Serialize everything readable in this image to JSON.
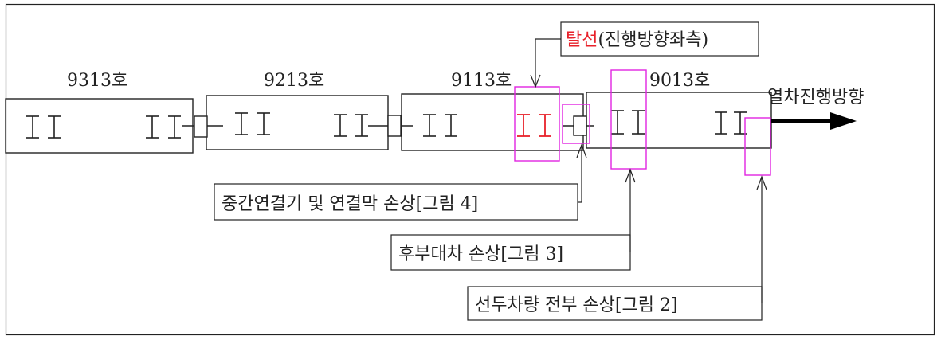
{
  "cars": [
    {
      "id": "car-9313",
      "label": "9313호"
    },
    {
      "id": "car-9213",
      "label": "9213호"
    },
    {
      "id": "car-9113",
      "label": "9113호"
    },
    {
      "id": "car-9013",
      "label": "9013호"
    }
  ],
  "direction_label": "열차진행방향",
  "derail_callout": {
    "highlight": "탈선",
    "rest": "(진행방향좌측)"
  },
  "callouts": {
    "coupler": "중간연결기 및 연결막 손상[그림 4]",
    "rear_bogie": "후부대차 손상[그림 3]",
    "front_car": "선두차량 전부 손상[그림 2]"
  },
  "colors": {
    "line": "#222222",
    "derail_red": "#e8212a",
    "highlight_magenta": "#e024e0"
  }
}
